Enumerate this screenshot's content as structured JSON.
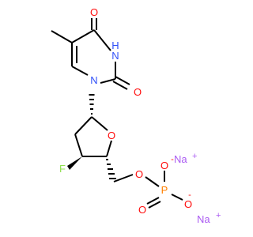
{
  "molecule": {
    "atoms": {
      "o_c4": "O",
      "n3": "N",
      "h_n3": "H",
      "o_c2": "O",
      "n1": "N",
      "o_ring": "O",
      "f": "F",
      "o_ester": "O",
      "p": "P",
      "o_p_top": "O",
      "o_p_top_charge": "-",
      "o_p_left": "O",
      "o_p_right": "O",
      "o_p_right_charge": "-"
    },
    "counterions": [
      {
        "symbol": "Na",
        "charge": "+"
      },
      {
        "symbol": "Na",
        "charge": "+"
      }
    ],
    "colors": {
      "carbon_bond": "#000000",
      "oxygen": "#ff0d0d",
      "nitrogen": "#3050f8",
      "fluorine": "#90e050",
      "phosphorus": "#ff8000",
      "sodium": "#ab5cf2"
    }
  }
}
